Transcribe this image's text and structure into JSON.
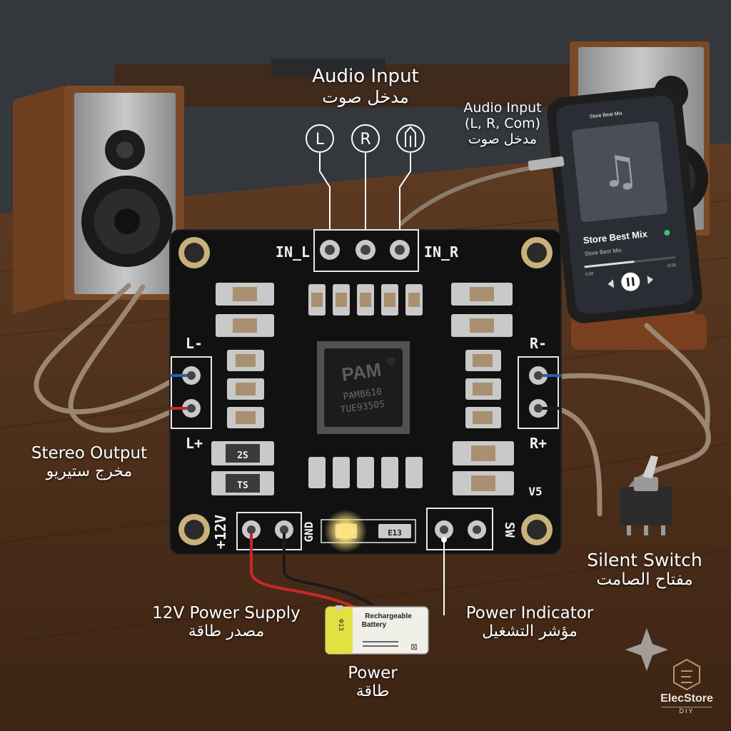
{
  "labels": {
    "audio_input_top": {
      "en": "Audio Input",
      "ar": "مدخل صوت"
    },
    "audio_input_side": {
      "en": "Audio Input",
      "sub": "(L, R, Com)",
      "ar": "مدخل صوت"
    },
    "stereo_output": {
      "en": "Stereo Output",
      "ar": "مخرج ستيريو"
    },
    "silent_switch": {
      "en": "Silent Switch",
      "ar": "مفتاح الصامت"
    },
    "power_supply": {
      "en": "12V Power Supply",
      "ar": "مصدر طاقة"
    },
    "power_indicator": {
      "en": "Power Indicator",
      "ar": "مؤشر التشغيل"
    },
    "power": {
      "en": "Power",
      "ar": "طاقة"
    }
  },
  "input_circles": [
    "L",
    "R"
  ],
  "board": {
    "in_l": "IN_L",
    "in_r": "IN_R",
    "l_minus": "L-",
    "l_plus": "L+",
    "r_minus": "R-",
    "r_plus": "R+",
    "plus12v": "+12V",
    "gnd": "GND",
    "sw": "SW",
    "version": "V5",
    "chip_line1": "PAM8610",
    "chip_line2": "TUE9350S",
    "chip_logo": "PAM",
    "diode1": "2S",
    "diode2": "TS",
    "led_code": "E13"
  },
  "phone": {
    "title": "Store Best Mix",
    "subtitle": "Store Beat Mix",
    "artist": "Store Best Mix",
    "time_left": "0:08",
    "time_right": "-0:55"
  },
  "battery": {
    "line1": "Rechargeable",
    "line2": "Battery",
    "code": "Ф13"
  },
  "brand": {
    "name": "ElecStore",
    "sub": "DIY"
  },
  "colors": {
    "pcb": "#111111",
    "label": "#ffffff",
    "wood": "#6b452a",
    "led": "#ffe27a",
    "wire_red": "#c62828",
    "wire_black": "#1a1a1a",
    "wire_blue": "#2a5ea8",
    "phone_accent": "#2ecc71"
  }
}
